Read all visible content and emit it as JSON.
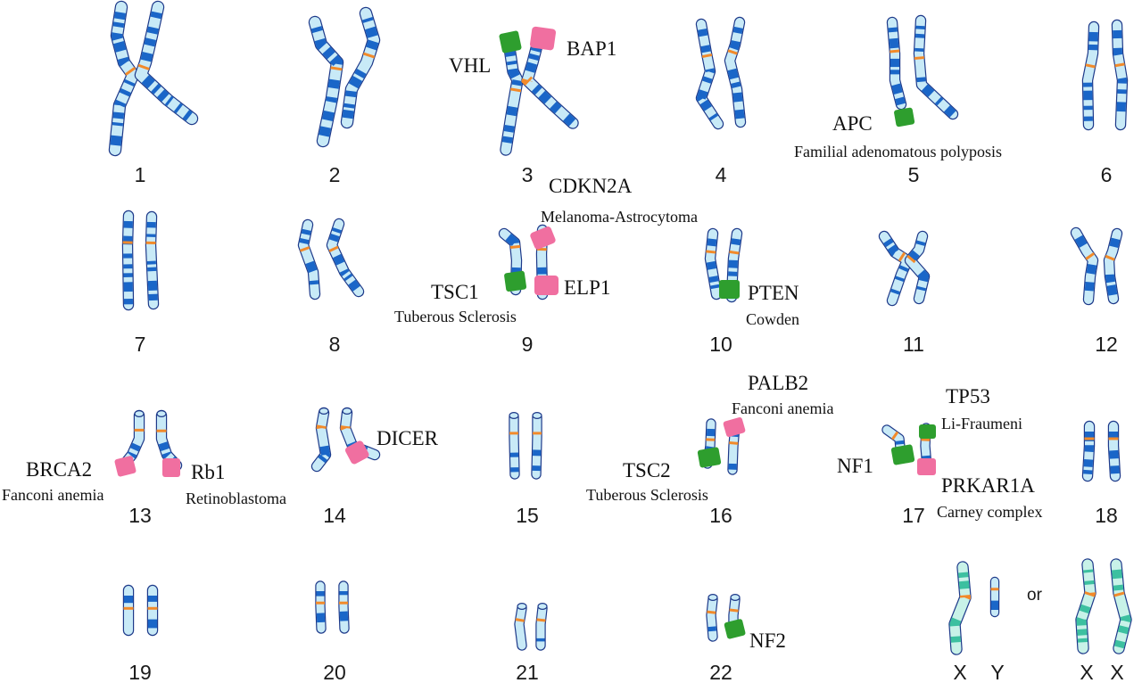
{
  "colors": {
    "autosome_fill": "#c8eaf7",
    "autosome_band": "#1a66c8",
    "sex_fill": "#c8f2e8",
    "sex_band": "#3cc0a0",
    "outline": "#1e3a8a",
    "centromere": "#f28a2a",
    "tumor_suppressor_marker": "#2e9e2e",
    "oncogene_marker": "#f06fa0"
  },
  "chromosomes": [
    {
      "id": "1",
      "label": "1"
    },
    {
      "id": "2",
      "label": "2"
    },
    {
      "id": "3",
      "label": "3"
    },
    {
      "id": "4",
      "label": "4"
    },
    {
      "id": "5",
      "label": "5"
    },
    {
      "id": "6",
      "label": "6"
    },
    {
      "id": "7",
      "label": "7"
    },
    {
      "id": "8",
      "label": "8"
    },
    {
      "id": "9",
      "label": "9"
    },
    {
      "id": "10",
      "label": "10"
    },
    {
      "id": "11",
      "label": "11"
    },
    {
      "id": "12",
      "label": "12"
    },
    {
      "id": "13",
      "label": "13"
    },
    {
      "id": "14",
      "label": "14"
    },
    {
      "id": "15",
      "label": "15"
    },
    {
      "id": "16",
      "label": "16"
    },
    {
      "id": "17",
      "label": "17"
    },
    {
      "id": "18",
      "label": "18"
    },
    {
      "id": "19",
      "label": "19"
    },
    {
      "id": "20",
      "label": "20"
    },
    {
      "id": "21",
      "label": "21"
    },
    {
      "id": "22",
      "label": "22"
    },
    {
      "id": "X1",
      "label": "X"
    },
    {
      "id": "Y",
      "label": "Y"
    },
    {
      "id": "X2",
      "label": "X"
    },
    {
      "id": "X3",
      "label": "X"
    }
  ],
  "sex_choice_word": "or",
  "genes": [
    {
      "id": "vhl",
      "name": "VHL",
      "disease": "",
      "chromosome": "3",
      "marker": "green"
    },
    {
      "id": "bap1",
      "name": "BAP1",
      "disease": "",
      "chromosome": "3",
      "marker": "pink"
    },
    {
      "id": "apc",
      "name": "APC",
      "disease": "Familial adenomatous polyposis",
      "chromosome": "5",
      "marker": "green"
    },
    {
      "id": "cdkn2a",
      "name": "CDKN2A",
      "disease": "Melanoma-Astrocytoma",
      "chromosome": "9",
      "marker": "pink"
    },
    {
      "id": "tsc1",
      "name": "TSC1",
      "disease": "Tuberous Sclerosis",
      "chromosome": "9",
      "marker": "green"
    },
    {
      "id": "elp1",
      "name": "ELP1",
      "disease": "",
      "chromosome": "9",
      "marker": "pink"
    },
    {
      "id": "pten",
      "name": "PTEN",
      "disease": "Cowden",
      "chromosome": "10",
      "marker": "green"
    },
    {
      "id": "brca2",
      "name": "BRCA2",
      "disease": "Fanconi anemia",
      "chromosome": "13",
      "marker": "pink"
    },
    {
      "id": "rb1",
      "name": "Rb1",
      "disease": "Retinoblastoma",
      "chromosome": "13",
      "marker": "pink"
    },
    {
      "id": "dicer",
      "name": "DICER",
      "disease": "",
      "chromosome": "14",
      "marker": "pink"
    },
    {
      "id": "palb2",
      "name": "PALB2",
      "disease": "Fanconi anemia",
      "chromosome": "16",
      "marker": "pink"
    },
    {
      "id": "tsc2",
      "name": "TSC2",
      "disease": "Tuberous Sclerosis",
      "chromosome": "16",
      "marker": "green"
    },
    {
      "id": "tp53",
      "name": "TP53",
      "disease": "Li-Fraumeni",
      "chromosome": "17",
      "marker": "green"
    },
    {
      "id": "nf1",
      "name": "NF1",
      "disease": "",
      "chromosome": "17",
      "marker": "green"
    },
    {
      "id": "prkar1a",
      "name": "PRKAR1A",
      "disease": "Carney complex",
      "chromosome": "17",
      "marker": "pink"
    },
    {
      "id": "nf2",
      "name": "NF2",
      "disease": "",
      "chromosome": "22",
      "marker": "green"
    }
  ]
}
